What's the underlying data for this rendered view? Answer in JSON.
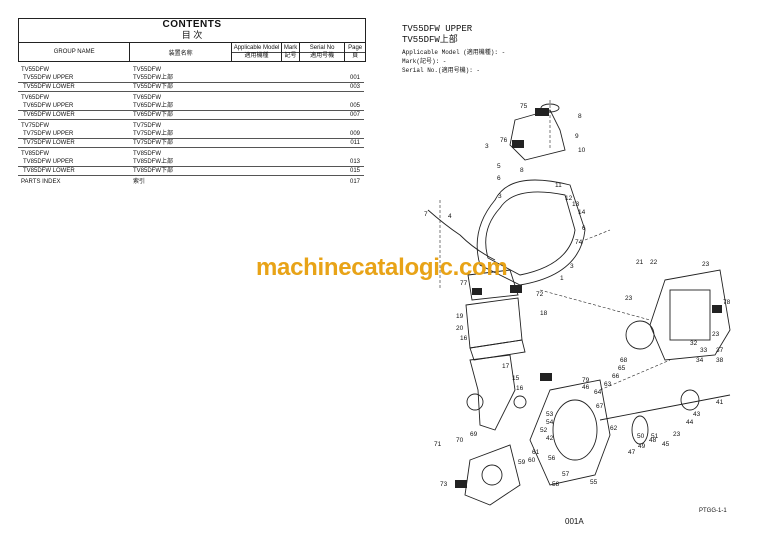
{
  "contents": {
    "title": "CONTENTS",
    "subtitle": "目 次",
    "columns": {
      "group_name": "GROUP NAME",
      "device_name": "装置名称",
      "applicable_model_en": "Applicable Model",
      "applicable_model_jp": "適用機種",
      "mark_en": "Mark",
      "mark_jp": "記号",
      "serial_en": "Serial No",
      "serial_jp": "適用号機",
      "page_en": "Page",
      "page_jp": "頁"
    },
    "groups": [
      {
        "name": "TV55DFW",
        "jp": "TV55DFW",
        "rows": [
          {
            "name": "TV55DFW UPPER",
            "jp": "TV55DFW上部",
            "page": "001"
          },
          {
            "name": "TV55DFW LOWER",
            "jp": "TV55DFW下部",
            "page": "003"
          }
        ]
      },
      {
        "name": "TV65DFW",
        "jp": "TV65DFW",
        "rows": [
          {
            "name": "TV65DFW UPPER",
            "jp": "TV65DFW上部",
            "page": "005"
          },
          {
            "name": "TV65DFW LOWER",
            "jp": "TV65DFW下部",
            "page": "007"
          }
        ]
      },
      {
        "name": "TV75DFW",
        "jp": "TV75DFW",
        "rows": [
          {
            "name": "TV75DFW UPPER",
            "jp": "TV75DFW上部",
            "page": "009"
          },
          {
            "name": "TV75DFW LOWER",
            "jp": "TV75DFW下部",
            "page": "011"
          }
        ]
      },
      {
        "name": "TV85DFW",
        "jp": "TV85DFW",
        "rows": [
          {
            "name": "TV85DFW UPPER",
            "jp": "TV85DFW上部",
            "page": "013"
          },
          {
            "name": "TV85DFW LOWER",
            "jp": "TV85DFW下部",
            "page": "015"
          }
        ]
      }
    ],
    "parts_index": {
      "name": "PARTS INDEX",
      "jp": "索引",
      "page": "017"
    }
  },
  "page_header": {
    "title_en": "TV55DFW UPPER",
    "title_jp": "TV55DFW上部",
    "applicable_model": "Applicable Model (適用機種): -",
    "mark": "Mark(記号): -",
    "serial_no": "Serial No.(適用号機): -"
  },
  "watermark": "machinecatalogic.com",
  "footer": {
    "code": "PTGG-1-1",
    "page": "001A"
  },
  "callouts": [
    "75",
    "8",
    "76",
    "3",
    "9",
    "10",
    "5",
    "6",
    "8",
    "11",
    "12",
    "13",
    "14",
    "3",
    "4",
    "7",
    "6",
    "74",
    "3",
    "1",
    "77",
    "72",
    "22",
    "23",
    "21",
    "23",
    "78",
    "19",
    "18",
    "20",
    "23",
    "32",
    "33",
    "37",
    "16",
    "34",
    "38",
    "17",
    "68",
    "65",
    "66",
    "15",
    "79",
    "63",
    "46",
    "64",
    "16",
    "67",
    "53",
    "54",
    "52",
    "42",
    "43",
    "44",
    "41",
    "55",
    "62",
    "51",
    "50",
    "23",
    "45",
    "48",
    "49",
    "47",
    "71",
    "70",
    "69",
    "59",
    "60",
    "61",
    "56",
    "57",
    "58",
    "73"
  ]
}
